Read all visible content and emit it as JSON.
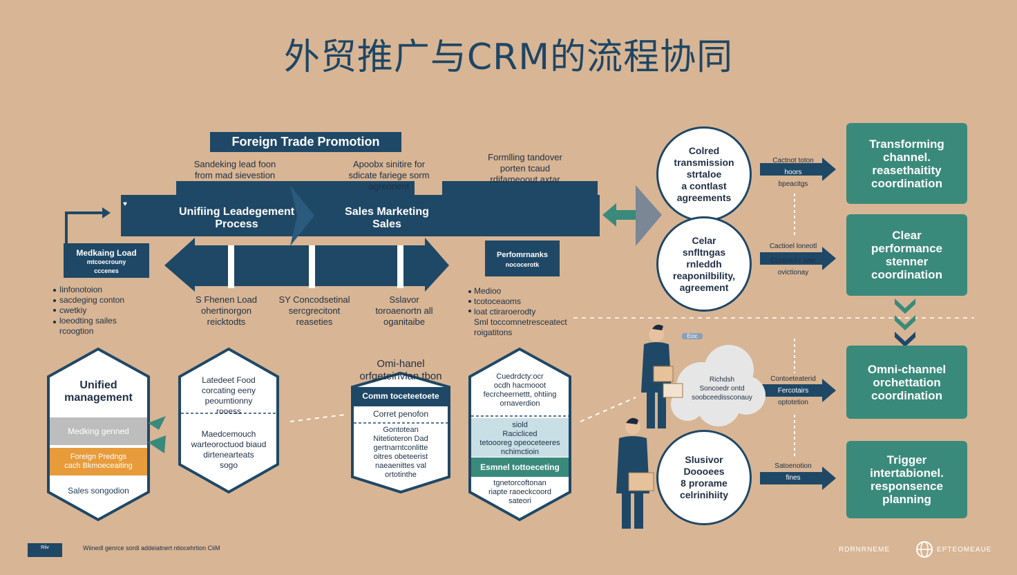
{
  "title": "外贸推广与CRM的流程协同",
  "banner": "Foreign Trade Promotion",
  "top_notes": [
    {
      "line1": "Sandeking lead foon",
      "line2": "from mad sievestion"
    },
    {
      "line1": "Apoobx sinitire for",
      "line2": "sdicate fariege  sorm",
      "line3": "agreonent"
    },
    {
      "line1": "Formlling tandover",
      "line2": "porten tcaud",
      "line3": "rdifameoout axtar"
    }
  ],
  "main_arrow": {
    "left_label_1": "Unifiing Leadegement",
    "left_label_2": "Process",
    "right_label_1": "Sales Marketing",
    "right_label_2": "Sales"
  },
  "left_box": {
    "line1": "Medkaing Load",
    "line2": "mtcoecrouny",
    "line3": "cccenes"
  },
  "performance_box": {
    "line1": "Perfomrnanks",
    "line2": "nococerotk"
  },
  "left_bullets": [
    "Iinfonotoion",
    "sacdeging conton",
    "cwetkiy",
    "loeodting sailes",
    "rcoogtion"
  ],
  "mid_notes": [
    {
      "line1": "S Fhenen Load",
      "line2": "ohertinorgon",
      "line3": "reicktodts"
    },
    {
      "line1": "SY Concodsetinal",
      "line2": "sercgrecitont",
      "line3": "reaseties"
    },
    {
      "line1": "Sslavor",
      "line2": "toroaenortn all",
      "line3": "oganitaibe"
    }
  ],
  "right_bullets": [
    "Medioo",
    "tcotoceaoms",
    "loat ctiraroerodty",
    "Sml toccomnetresceatect",
    "roigatitons"
  ],
  "hex1": {
    "title_1": "Unified",
    "title_2": "management",
    "row1": "Medking genned",
    "row2_1": "Foreign Predngs",
    "row2_2": "cach Bkmoeceaiting",
    "row3": "Sales songodion"
  },
  "hex2": {
    "top_1": "Latedeet Food",
    "top_2": "corcating eeny",
    "top_3": "peoumtionny",
    "top_4": "rooess",
    "bot_1": "Maedcemouch",
    "bot_2": "warteoroctuod biaud",
    "bot_3": "dirtenearteats",
    "bot_4": "sogo"
  },
  "omni_heading": {
    "line1": "Omi-hanel",
    "line2": "orfgeteirivlan tbon"
  },
  "hex3": {
    "header": "Comm toceteetoete",
    "row1": "Corret penofon",
    "row2_1": "Gontotean",
    "row2_2": "Nitetioteron Dad",
    "row2_3": "gertnarntconlitte",
    "row2_4": "oitres obeteerist",
    "row2_5": "naeaenittes val",
    "row2_6": "ortotinthe"
  },
  "hex4": {
    "top_1": "Cuedrdcty:ocr",
    "top_2": "ocdh hacmooot",
    "top_3": "fecrcheernettt, ohtiing",
    "top_4": "ornaverdion",
    "mid_1": "siold",
    "mid_2": "Racicliced",
    "mid_3": "tetoooreg opeoceteeres",
    "mid_4": "nchimctioin",
    "band": "Esmnel tottoeceting",
    "bot_1": "tgnetorcoftonan",
    "bot_2": "riapte raoeckcoord",
    "bot_3": "sateori"
  },
  "circles": [
    {
      "line1": "Colred",
      "line2": "transmission",
      "line3": "strtaloe",
      "line4": "a contlast",
      "line5": "agreements"
    },
    {
      "line1": "Celar",
      "line2": "snfltngas",
      "line3": "rnleddh",
      "line4": "reaponilbility,",
      "line5": "agreement"
    },
    {
      "line1": "Slusivor",
      "line2": "Doooees",
      "line3": "8 prorame",
      "line4": "celrinihiity"
    }
  ],
  "connector_labels": [
    {
      "line1": "Cactnot toton",
      "line2": "hoors",
      "line3": "bpeacitgs"
    },
    {
      "line1": "Cactioel loneotl",
      "line2": "Contnert r sale",
      "line3": "ovictionay"
    },
    {
      "line1": "Contoeteaterid",
      "line2": "Fercotairs",
      "line3": "optotetion"
    },
    {
      "line1": "Satoenotion",
      "line2": "fines"
    }
  ],
  "green_boxes": [
    {
      "line1": "Transforming",
      "line2": "channel.",
      "line3": "reasethaitity",
      "line4": "coordination"
    },
    {
      "line1": "Clear",
      "line2": "performance",
      "line3": "stenner",
      "line4": "coordination"
    },
    {
      "line1": "Omni-channel",
      "line2": "orchettation",
      "line3": "coordination"
    },
    {
      "line1": "Trigger",
      "line2": "intertabionel.",
      "line3": "responsence",
      "line4": "planning"
    }
  ],
  "cloud": {
    "sign": "Ecic",
    "line1": "Richdsh",
    "line2": "Soncoedr ontd",
    "line3": "soobceedissconauy"
  },
  "footer": {
    "left_text": "Wiinedl genrce sordi addeiatnert ntiocehrtion CiiM",
    "logo_text": "Riiv",
    "right_text_1": "RDRNRNEME",
    "right_text_2": "EPTEOMEAUE"
  },
  "colors": {
    "navy": "#1f4866",
    "green": "#3a8a7c",
    "background": "#d8b594",
    "orange": "#e79b3b",
    "grey": "#bdbdbd",
    "light_blue": "#c8dfe6"
  }
}
